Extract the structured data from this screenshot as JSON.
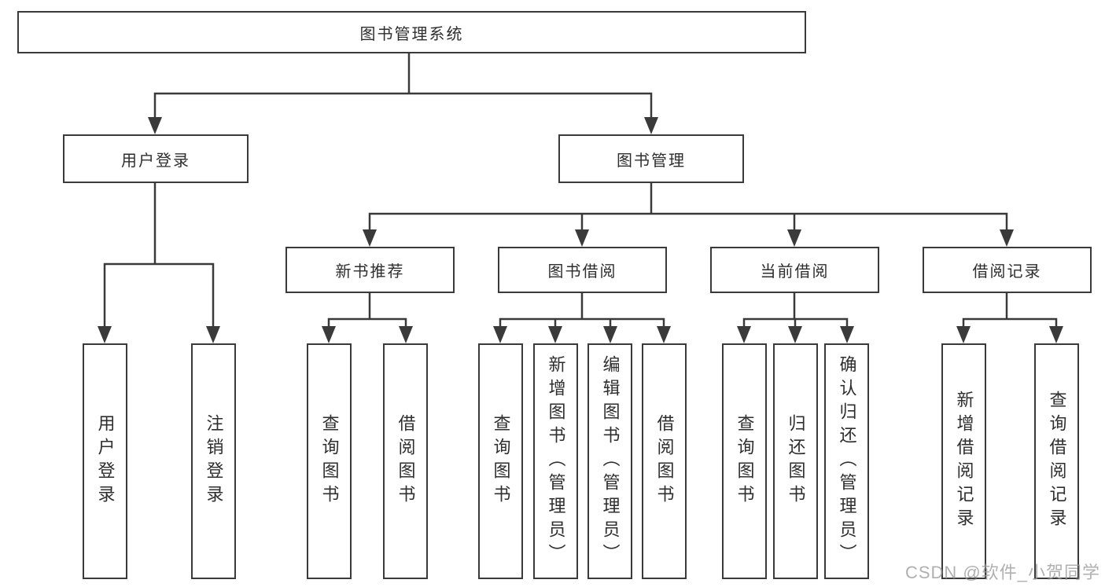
{
  "tree": {
    "root": {
      "label": "图书管理系统",
      "children": [
        {
          "label": "用户登录",
          "children": [
            {
              "label": "用户登录"
            },
            {
              "label": "注销登录"
            }
          ]
        },
        {
          "label": "图书管理",
          "children": [
            {
              "label": "新书推荐",
              "children": [
                {
                  "label": "查询图书"
                },
                {
                  "label": "借阅图书"
                }
              ]
            },
            {
              "label": "图书借阅",
              "children": [
                {
                  "label": "查询图书"
                },
                {
                  "label": "新增图书（管理员）"
                },
                {
                  "label": "编辑图书（管理员）"
                },
                {
                  "label": "借阅图书"
                }
              ]
            },
            {
              "label": "当前借阅",
              "children": [
                {
                  "label": "查询图书"
                },
                {
                  "label": "归还图书"
                },
                {
                  "label": "确认归还（管理员）"
                }
              ]
            },
            {
              "label": "借阅记录",
              "children": [
                {
                  "label": "新增借阅记录"
                },
                {
                  "label": "查询借阅记录"
                }
              ]
            }
          ]
        }
      ]
    }
  },
  "watermark": {
    "text": "CSDN @软件_小贺同学"
  },
  "colors": {
    "line": "#3a3a3a",
    "box_border": "#3a3a3a",
    "box_fill": "#ffffff",
    "text": "#2e2e2e",
    "watermark": "#9a9a9a",
    "background": "#ffffff"
  }
}
